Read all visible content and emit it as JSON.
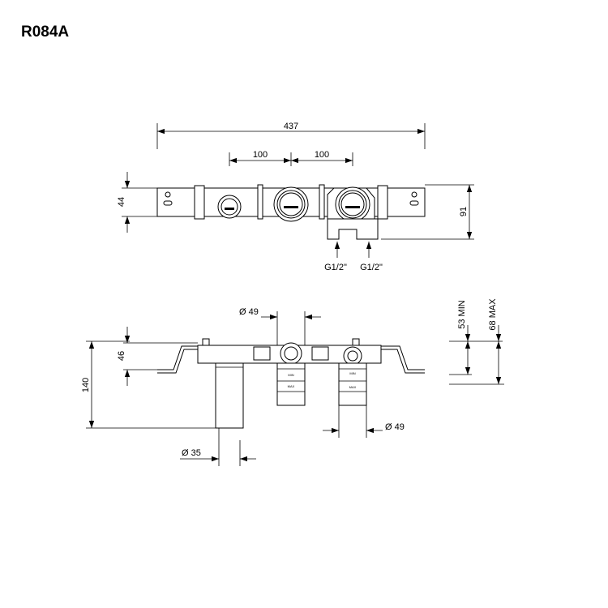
{
  "title": "R084A",
  "top_view": {
    "overall_width": "437",
    "spacing_left": "100",
    "spacing_right": "100",
    "plate_height": "44",
    "total_height": "91",
    "inlet_left": "G1/2\"",
    "inlet_right": "G1/2\""
  },
  "front_view": {
    "pipe_dia_top": "Ø 49",
    "pipe_dia_right": "Ø 49",
    "pipe_dia_left": "Ø 35",
    "body_height": "46",
    "overall_height": "140",
    "depth_min": "53 MIN",
    "depth_max": "68 MAX",
    "label_min": "MIN",
    "label_max": "MAX"
  }
}
